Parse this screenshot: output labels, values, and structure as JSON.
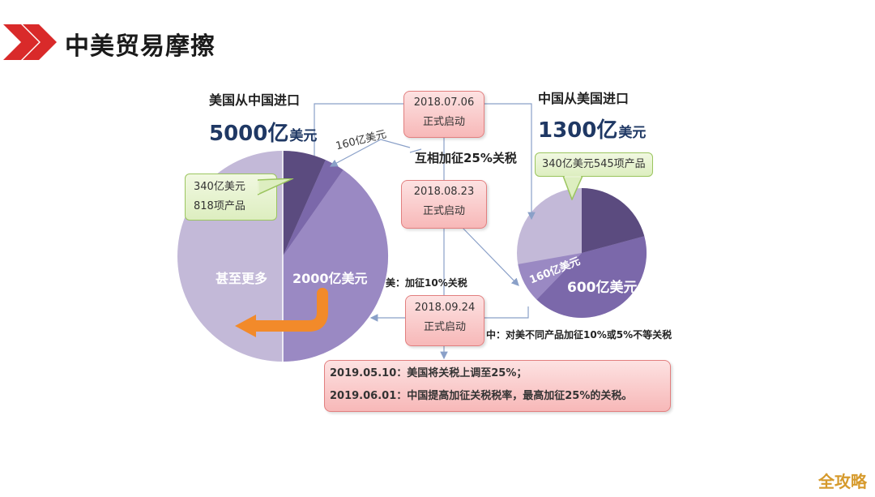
{
  "header": {
    "title": "中美贸易摩擦"
  },
  "us_import": {
    "label": "美国从中国进口",
    "amount_num": "5000亿",
    "amount_unit": "美元",
    "callout_line1": "340亿美元",
    "callout_line2": "818项产品",
    "side_label": "160亿美元",
    "slice_main_label": "2000亿美元",
    "slice_rest_label": "甚至更多"
  },
  "cn_import": {
    "label": "中国从美国进口",
    "amount_num": "1300亿",
    "amount_unit": "美元",
    "callout": "340亿美元545项产品",
    "slice_mid_label": "160亿美元",
    "slice_main_label": "600亿美元"
  },
  "timeline": {
    "box1_date": "2018.07.06",
    "box1_text": "正式启动",
    "mutual_tariff": "互相加征25%关税",
    "box2_date": "2018.08.23",
    "box2_text": "正式启动",
    "us_note": "美：加征10%关税",
    "box3_date": "2018.09.24",
    "box3_text": "正式启动",
    "cn_note": "中：对美不同产品加征10%或5%不等关税",
    "final_line1": "2019.05.10：美国将关税上调至25%；",
    "final_line2": "2019.06.01：中国提高加征关税税率，最高加征25%的关税。"
  },
  "brand": {
    "logo_text": "全攻略"
  },
  "colors": {
    "accent_red": "#d92a2a",
    "slice_dark": "#5b4b7f",
    "slice_mid": "#7b68aa",
    "slice_main": "#9a89c3",
    "slice_light": "#c3b9d8",
    "arrow_orange": "#f28a2a"
  }
}
